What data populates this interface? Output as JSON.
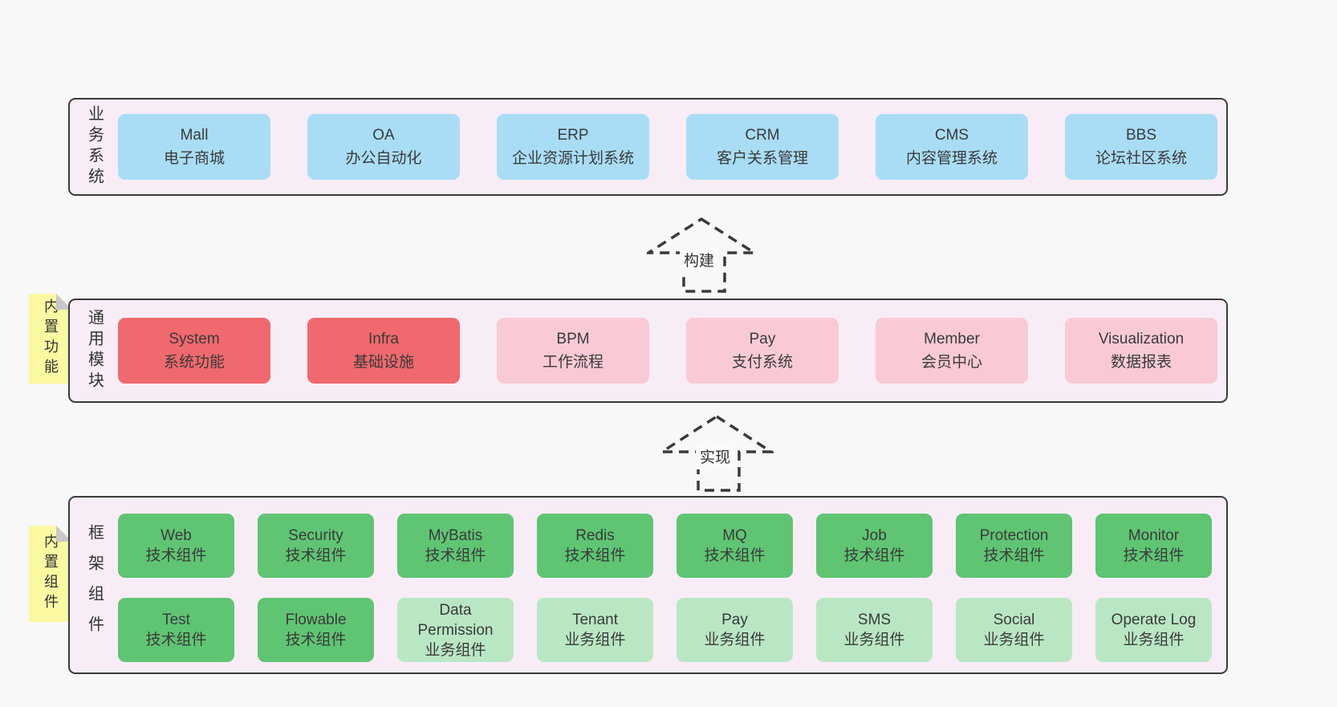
{
  "sections": {
    "business": {
      "label": "业务系统",
      "boxes": [
        {
          "en": "Mall",
          "zh": "电子商城",
          "variant": "blue"
        },
        {
          "en": "OA",
          "zh": "办公自动化",
          "variant": "blue"
        },
        {
          "en": "ERP",
          "zh": "企业资源计划系统",
          "variant": "blue"
        },
        {
          "en": "CRM",
          "zh": "客户关系管理",
          "variant": "blue"
        },
        {
          "en": "CMS",
          "zh": "内容管理系统",
          "variant": "blue"
        },
        {
          "en": "BBS",
          "zh": "论坛社区系统",
          "variant": "blue"
        }
      ]
    },
    "modules": {
      "label": "通用模块",
      "note": "内置功能",
      "boxes": [
        {
          "en": "System",
          "zh": "系统功能",
          "variant": "red"
        },
        {
          "en": "Infra",
          "zh": "基础设施",
          "variant": "red"
        },
        {
          "en": "BPM",
          "zh": "工作流程",
          "variant": "pink"
        },
        {
          "en": "Pay",
          "zh": "支付系统",
          "variant": "pink"
        },
        {
          "en": "Member",
          "zh": "会员中心",
          "variant": "pink"
        },
        {
          "en": "Visualization",
          "zh": "数据报表",
          "variant": "pink"
        }
      ]
    },
    "components": {
      "label": "框架组件",
      "note": "内置组件",
      "rows": [
        [
          {
            "en": "Web",
            "zh": "技术组件",
            "variant": "green"
          },
          {
            "en": "Security",
            "zh": "技术组件",
            "variant": "green"
          },
          {
            "en": "MyBatis",
            "zh": "技术组件",
            "variant": "green"
          },
          {
            "en": "Redis",
            "zh": "技术组件",
            "variant": "green"
          },
          {
            "en": "MQ",
            "zh": "技术组件",
            "variant": "green"
          },
          {
            "en": "Job",
            "zh": "技术组件",
            "variant": "green"
          },
          {
            "en": "Protection",
            "zh": "技术组件",
            "variant": "green"
          },
          {
            "en": "Monitor",
            "zh": "技术组件",
            "variant": "green"
          }
        ],
        [
          {
            "en": "Test",
            "zh": "技术组件",
            "variant": "green"
          },
          {
            "en": "Flowable",
            "zh": "技术组件",
            "variant": "green"
          },
          {
            "en": "Data Permission",
            "zh": "业务组件",
            "variant": "lightgreen"
          },
          {
            "en": "Tenant",
            "zh": "业务组件",
            "variant": "lightgreen"
          },
          {
            "en": "Pay",
            "zh": "业务组件",
            "variant": "lightgreen"
          },
          {
            "en": "SMS",
            "zh": "业务组件",
            "variant": "lightgreen"
          },
          {
            "en": "Social",
            "zh": "业务组件",
            "variant": "lightgreen"
          },
          {
            "en": "Operate Log",
            "zh": "业务组件",
            "variant": "lightgreen"
          }
        ]
      ]
    }
  },
  "arrows": [
    {
      "label": "构建"
    },
    {
      "label": "实现"
    }
  ],
  "colors": {
    "page_bg": "#f8f8f8",
    "panel_bg": "#f8edf6",
    "blue": "#a9ddf6",
    "red": "#f0696e",
    "pink": "#f9cad5",
    "green": "#5fc573",
    "lightgreen": "#b9e7c3",
    "note_bg": "#fbf9a2"
  }
}
